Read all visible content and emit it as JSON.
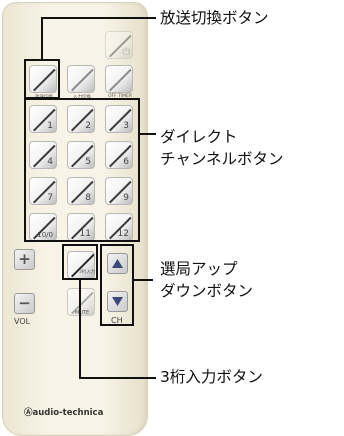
{
  "labels": {
    "broadcast_switch": "放送切換ボタン",
    "direct_channel_1": "ダイレクト",
    "direct_channel_2": "チャンネルボタン",
    "channel_select_1": "選局アップ",
    "channel_select_2": "ダウンボタン",
    "three_digit": "3桁入力ボタン"
  },
  "remote": {
    "keys": {
      "broadcast": "放送切換",
      "input": "入力切換",
      "off_timer": "OFF TIMER",
      "three_digit": "3桁入力",
      "mute": "MUTE"
    },
    "numbers": [
      "1",
      "2",
      "3",
      "4",
      "5",
      "6",
      "7",
      "8",
      "9",
      "10/0",
      "11",
      "12"
    ],
    "vol_label": "VOL",
    "ch_label": "CH",
    "plus": "+",
    "minus": "−",
    "brand": "audio-technica",
    "brand_logo": "Ⓐ"
  },
  "icons": [
    "power-icon",
    "up-triangle-icon",
    "down-triangle-icon"
  ]
}
